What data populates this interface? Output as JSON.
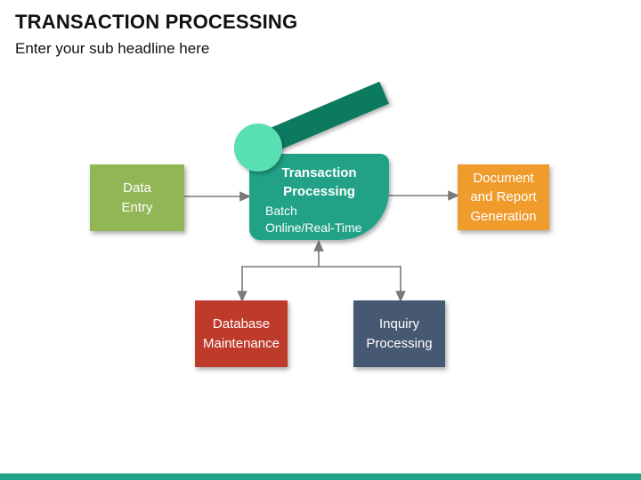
{
  "slide": {
    "title": "TRANSACTION PROCESSING",
    "subtitle": "Enter your sub headline here"
  },
  "diagram": {
    "center_node": {
      "title": "Transaction\nProcessing",
      "modes": [
        "Batch",
        "Online/Real-Time"
      ],
      "box_color": "#21A287",
      "banner_color": "#0C7A5E",
      "circle_color": "#58DFB4"
    },
    "nodes": [
      {
        "id": "data-entry",
        "label": "Data\nEntry",
        "color": "#92B656"
      },
      {
        "id": "document-report-generation",
        "label": "Document\nand Report\nGeneration",
        "color": "#F09C2D"
      },
      {
        "id": "database-maintenance",
        "label": "Database\nMaintenance",
        "color": "#BE3A2B"
      },
      {
        "id": "inquiry-processing",
        "label": "Inquiry\nProcessing",
        "color": "#465872"
      }
    ],
    "connector_color": "#7A7A7A"
  },
  "footer": {
    "bar_color": "#1FA287"
  }
}
